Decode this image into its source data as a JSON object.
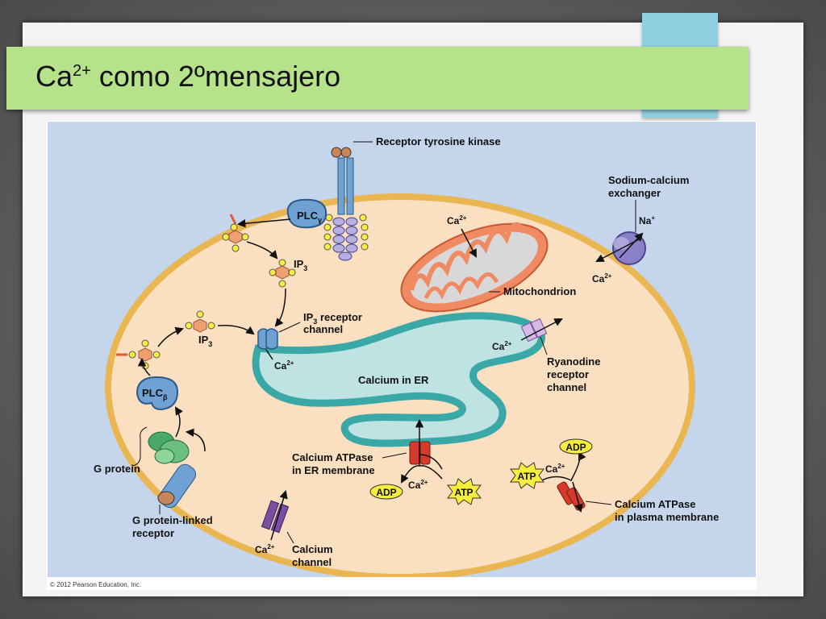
{
  "slide": {
    "title_main": "Ca",
    "title_sup": "2+",
    "title_rest": " como 2ºmensajero"
  },
  "diagram": {
    "labels": {
      "receptor_tyrosine_kinase": "Receptor tyrosine kinase",
      "sodium_calcium_exchanger_1": "Sodium-calcium",
      "sodium_calcium_exchanger_2": "exchanger",
      "na": "Na",
      "na_sup": "+",
      "ca": "Ca",
      "ca_sup": "2+",
      "plc_gamma": "PLC",
      "plc_gamma_sub": "γ",
      "plc_beta": "PLC",
      "plc_beta_sub": "β",
      "ip3": "IP",
      "ip3_sub": "3",
      "ip3_receptor_1": "receptor",
      "ip3_receptor_2": "channel",
      "mitochondrion": "Mitochondrion",
      "calcium_in_er": "Calcium in ER",
      "ryanodine_1": "Ryanodine",
      "ryanodine_2": "receptor",
      "ryanodine_3": "channel",
      "g_protein": "G protein",
      "g_linked_1": "G protein-linked",
      "g_linked_2": "receptor",
      "calcium_atpase_er_1": "Calcium ATPase",
      "calcium_atpase_er_2": "in ER membrane",
      "adp": "ADP",
      "atp": "ATP",
      "calcium_atpase_pm_1": "Calcium ATPase",
      "calcium_atpase_pm_2": "in plasma membrane",
      "calcium_channel_1": "Calcium",
      "calcium_channel_2": "channel",
      "copyright": "© 2012 Pearson Education, Inc."
    },
    "colors": {
      "background": "#c5d6ec",
      "cytoplasm": "#fadfc1",
      "membrane": "#e9b652",
      "er_fill": "#bfe3e3",
      "er_edge": "#3aa8a6",
      "mito_outer": "#f08a62",
      "mito_inner": "#d8d8d8",
      "protein_blue": "#6fa1d2",
      "protein_green": "#6cbf7d",
      "purple": "#7a4fa0",
      "red": "#d43b2b",
      "yellow": "#f6ee3c"
    }
  }
}
